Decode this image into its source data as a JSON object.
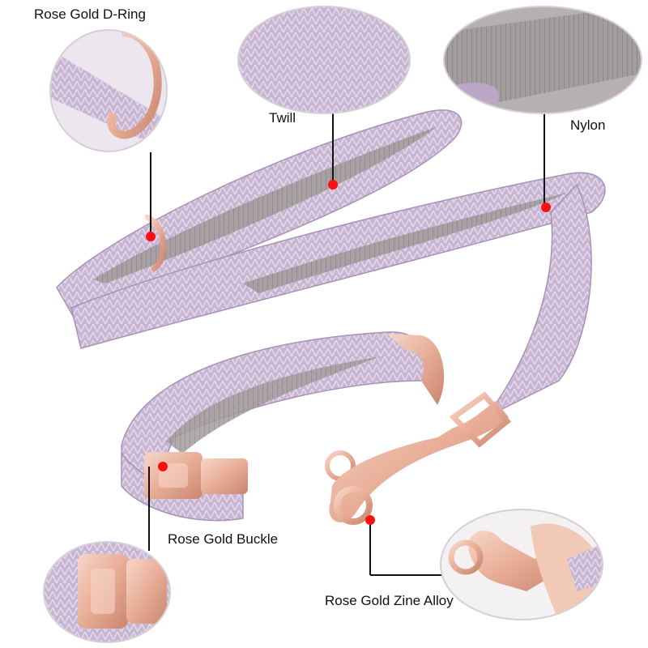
{
  "callouts": {
    "d_ring": "Rose Gold D-Ring",
    "twill": "Twill",
    "nylon": "Nylon",
    "buckle": "Rose Gold Buckle",
    "alloy": "Rose Gold Zine Alloy"
  },
  "colors": {
    "background": "#ffffff",
    "webbing_purple": "#c7b5d2",
    "twill_highlight": "#e4d8ea",
    "nylon_grey": "#9d9797",
    "rose_gold": "#e8ad96",
    "rose_gold_shine": "#f7d6c8",
    "marker_dot": "#ff1010",
    "leader_line": "#111111"
  },
  "icons": {
    "d_ring": "d-ring-icon",
    "buckle": "side-release-buckle-icon",
    "hook": "snap-hook-icon"
  }
}
